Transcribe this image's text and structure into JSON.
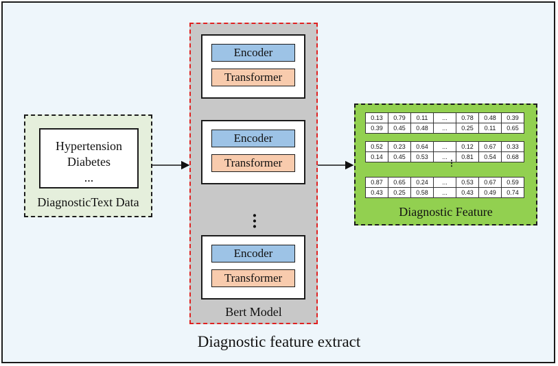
{
  "input": {
    "lines": [
      "Hypertension",
      "Diabetes",
      "..."
    ],
    "caption": "DiagnosticText Data"
  },
  "model": {
    "caption": "Bert Model",
    "encoder_label": "Encoder",
    "transformer_label": "Transformer"
  },
  "output": {
    "caption": "Diagnostic Feature",
    "vertical_ellipsis": "⋮",
    "tables": [
      [
        [
          "0.13",
          "0.79",
          "0.11",
          "...",
          "0.78",
          "0.48",
          "0.39"
        ],
        [
          "0.39",
          "0.45",
          "0.48",
          "...",
          "0.25",
          "0.11",
          "0.65"
        ]
      ],
      [
        [
          "0.52",
          "0.23",
          "0.64",
          "...",
          "0.12",
          "0.67",
          "0.33"
        ],
        [
          "0.14",
          "0.45",
          "0.53",
          "...",
          "0.81",
          "0.54",
          "0.68"
        ]
      ],
      [
        [
          "0.87",
          "0.65",
          "0.24",
          "...",
          "0.53",
          "0.67",
          "0.59"
        ],
        [
          "0.43",
          "0.25",
          "0.58",
          "...",
          "0.43",
          "0.49",
          "0.74"
        ]
      ]
    ]
  },
  "title": "Diagnostic feature extract",
  "colors": {
    "encoder": "#9dc3e6",
    "transformer": "#f8cbad",
    "model_border": "#e02020",
    "output_fill": "#92d050",
    "input_fill": "#e5efdc"
  }
}
